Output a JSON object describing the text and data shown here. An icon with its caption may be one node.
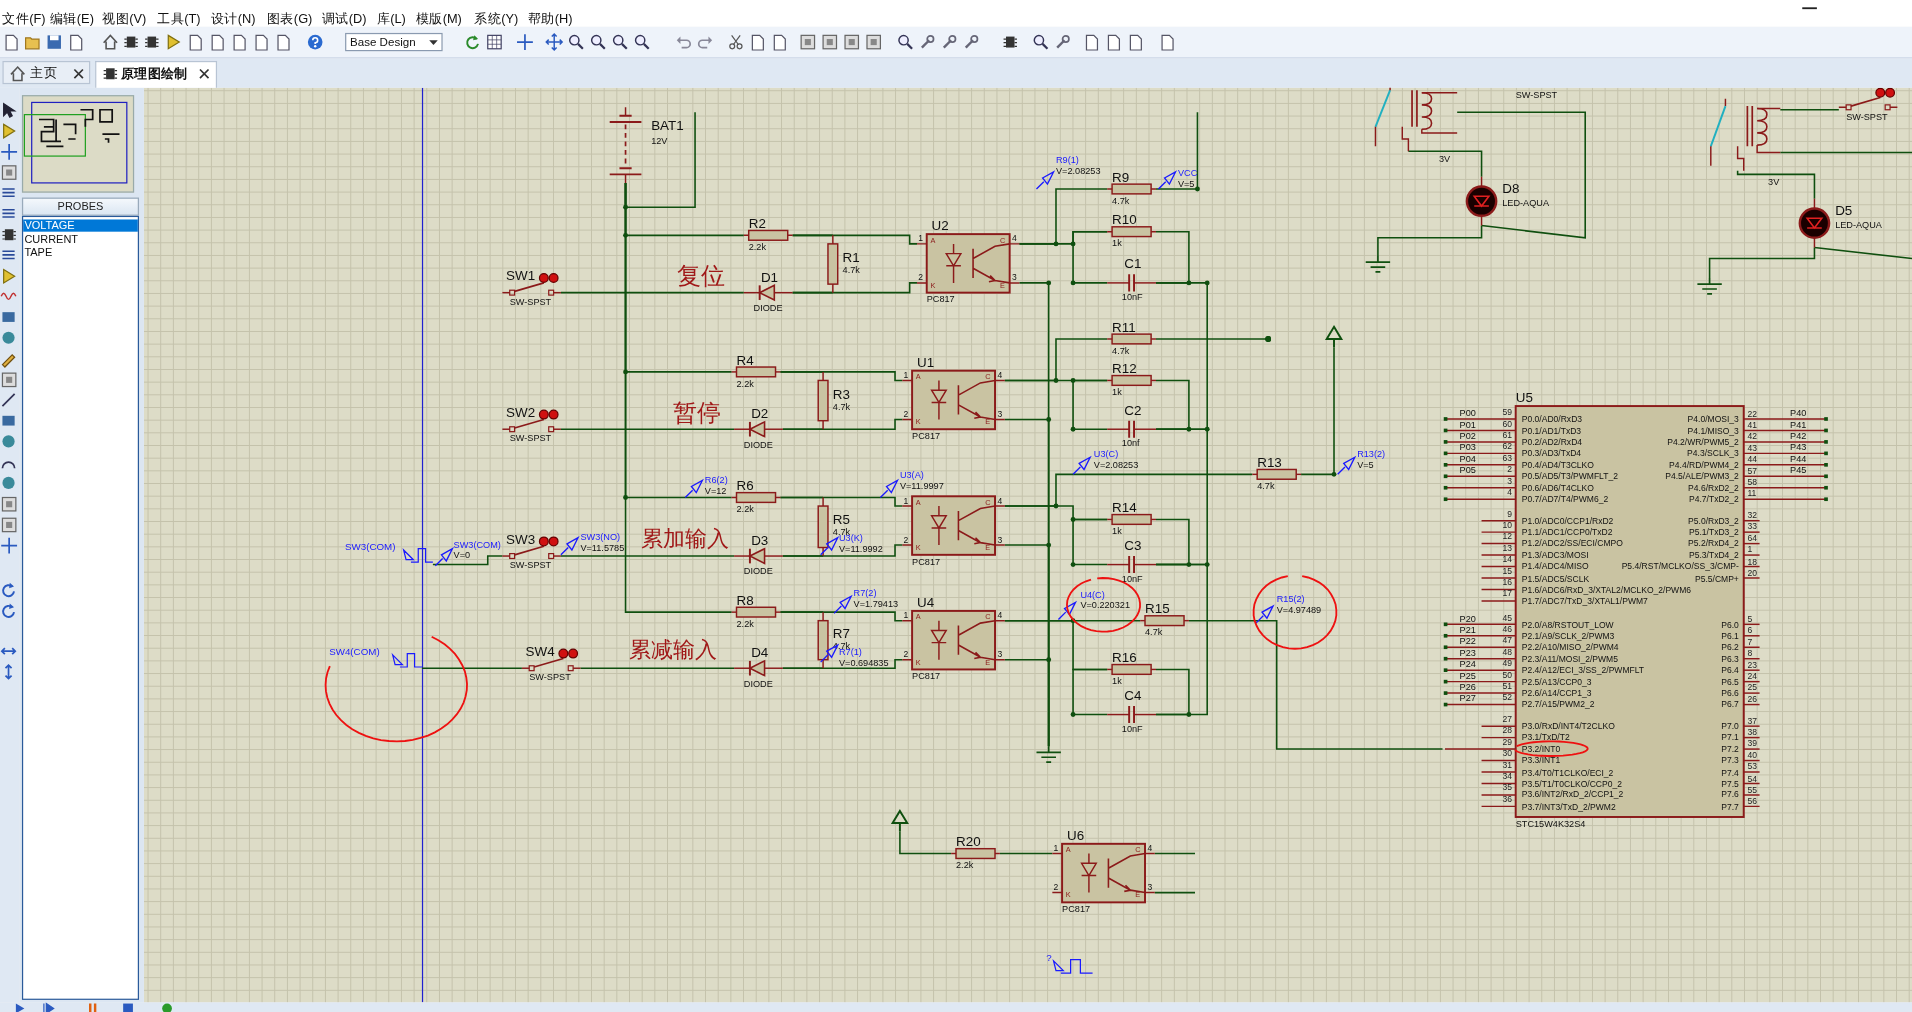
{
  "diagram": {
    "nodes": [
      {
        "text": [
          "BAT1",
          "12V"
        ]
      },
      {
        "text": [
          "R2",
          "2.2k"
        ]
      },
      {
        "text": [
          "R1",
          "4.7k"
        ]
      },
      {
        "text": [
          "SW1",
          "SW-SPST"
        ]
      },
      {
        "text": [
          "D1",
          "DIODE"
        ]
      },
      {
        "text": [
          "U2",
          "1",
          "2",
          "A",
          "K",
          "C",
          "E",
          "4",
          "3",
          "PC817"
        ]
      },
      {
        "text": [
          "R4",
          "2.2k"
        ]
      },
      {
        "text": [
          "R3",
          "4.7k"
        ]
      },
      {
        "text": [
          "SW2",
          "SW-SPST"
        ]
      },
      {
        "text": [
          "D2",
          "DIODE"
        ]
      },
      {
        "text": [
          "U1",
          "1",
          "2",
          "A",
          "K",
          "C",
          "E",
          "4",
          "3",
          "PC817"
        ]
      },
      {
        "text": [
          "R6",
          "2.2k"
        ]
      },
      {
        "text": [
          "R5",
          "4.7k"
        ]
      },
      {
        "text": [
          "SW3",
          "SW-SPST"
        ]
      },
      {
        "text": [
          "D3",
          "DIODE"
        ]
      },
      {
        "text": [
          "1",
          "2",
          "A",
          "K",
          "C",
          "E",
          "4",
          "3",
          "PC817"
        ]
      },
      {
        "text": [
          "R8",
          "2.2k"
        ]
      },
      {
        "text": [
          "R7",
          "4.7k"
        ]
      },
      {
        "text": [
          "SW4",
          "SW-SPST"
        ]
      },
      {
        "text": [
          "D4",
          "DIODE"
        ]
      },
      {
        "text": [
          "U4",
          "1",
          "2",
          "A",
          "K",
          "C",
          "E",
          "4",
          "3",
          "PC817"
        ]
      },
      {
        "text": [
          "R9",
          "4.7k"
        ]
      },
      {
        "text": [
          "R10",
          "1k"
        ]
      },
      {
        "text": [
          "C1",
          "10nF"
        ]
      },
      {
        "text": [
          "R11",
          "4.7k"
        ]
      },
      {
        "text": [
          "R12",
          "1k"
        ]
      },
      {
        "text": [
          "C2",
          "10nf"
        ]
      },
      {
        "text": [
          "R13",
          "4.7k"
        ]
      },
      {
        "text": [
          "R14",
          "1k"
        ]
      },
      {
        "text": [
          "C3",
          "10nF"
        ]
      },
      {
        "text": [
          "R15",
          "4.7k"
        ]
      },
      {
        "text": [
          "R16",
          "1k"
        ]
      },
      {
        "text": [
          "C4",
          "10nF"
        ]
      },
      {
        "text": [
          "U5",
          "P0.0/AD0/RxD3",
          "P0.1/AD1/TxD3",
          "P0.2/AD2/RxD4",
          "P0.3/AD3/TxD4",
          "P0.4/AD4/T3CLKO",
          "P0.5/AD5/T3/PWMFLT_2",
          "P0.6/AD6/T4CLKO",
          "P0.7/AD7/T4/PWM6_2",
          "P1.0/ADC0/CCP1/RxD2",
          "P1.1/ADC1/CCP0/TxD2",
          "P1.2/ADC2/SS/ECI/CMPO",
          "P1.3/ADC3/MOSI",
          "P1.4/ADC4/MISO",
          "P1.5/ADC5/SCLK",
          "P1.6/ADC6/RxD_3/XTAL2/MCLKO_2/PWM6",
          "P1.7/ADC7/TxD_3/XTAL1/PWM7",
          "P2.0/A8/RSTOUT_LOW",
          "P2.1/A9/SCLK_2/PWM3",
          "P2.2/A10/MISO_2/PWM4",
          "P2.3/A11/MOSI_2/PWM5",
          "P2.4/A12/ECI_3/SS_2/PWMFLT",
          "P2.5/A13/CCP0_3",
          "P2.6/A14/CCP1_3",
          "P2.7/A15/PWM2_2",
          "P3.0/RxD/INT4/T2CLKO",
          "P3.1/TxD/T2",
          "P3.2/INT0",
          "P3.3/INT1",
          "P3.4/T0/T1CLKO/ECI_2",
          "P3.5/T1/T0CLKO/CCP0_2",
          "P3.6/INT2/RxD_2/CCP1_2",
          "P3.7/INT3/TxD_2/PWM2",
          "P4.0/MOSI_3",
          "P4.1/MISO_3",
          "P4.2/WR/PWM5_2",
          "P4.3/SCLK_3",
          "P4.4/RD/PWM4_2",
          "P4.5/ALE/PWM3_2",
          "P4.6/RxD2_2",
          "P4.7/TxD2_2",
          "P5.0/RxD3_2",
          "P5.1/TxD3_2",
          "P5.2/RxD4_2",
          "P5.3/TxD4_2",
          "P5.4/RST/MCLKO/SS_3/CMP-",
          "P5.5/CMP+",
          "P6.0",
          "P6.1",
          "P6.2",
          "P6.3",
          "P6.4",
          "P6.5",
          "P6.6",
          "P6.7",
          "P7.0",
          "P7.1",
          "P7.2",
          "P7.3",
          "P7.4",
          "P7.5",
          "P7.6",
          "P7.7",
          "STC15W4K32S4"
        ]
      },
      {
        "text": [
          "R20",
          "2.2k"
        ]
      },
      {
        "text": [
          "U6",
          "1",
          "2",
          "A",
          "K",
          "C",
          "E",
          "4",
          "3",
          "PC817"
        ]
      },
      {
        "text": [],
        "shape": "ground"
      },
      {
        "text": [],
        "shape": "triangle"
      },
      {
        "text": [],
        "shape": "triangle"
      },
      {
        "text": [
          "D8",
          "LED-AQUA"
        ]
      },
      {
        "text": [
          "D5",
          "LED-AQUA"
        ]
      },
      {
        "text": [
          "SW3(COM)"
        ]
      },
      {
        "text": [
          "SW4(COM)"
        ]
      },
      {
        "text": [],
        "shape": "ground"
      },
      {
        "text": [],
        "shape": "ground"
      },
      {
        "text": [],
        "shape": "relay"
      },
      {
        "text": [],
        "shape": "relay"
      },
      {
        "text": [
          "SW-SPST"
        ]
      }
    ],
    "edges": [
      {
        "from": 0,
        "to": 1,
        "arrow": "none"
      },
      {
        "from": 1,
        "to": 2,
        "arrow": "none"
      },
      {
        "from": 1,
        "to": 5,
        "arrow": "none"
      },
      {
        "from": 3,
        "to": 4,
        "arrow": "none"
      },
      {
        "from": 2,
        "to": 4,
        "arrow": "none"
      },
      {
        "from": 4,
        "to": 5,
        "arrow": "none"
      },
      {
        "from": 0,
        "to": 6,
        "arrow": "none"
      },
      {
        "from": 6,
        "to": 7,
        "arrow": "none"
      },
      {
        "from": 6,
        "to": 10,
        "arrow": "none"
      },
      {
        "from": 8,
        "to": 9,
        "arrow": "none"
      },
      {
        "from": 7,
        "to": 9,
        "arrow": "none"
      },
      {
        "from": 9,
        "to": 10,
        "arrow": "none"
      },
      {
        "from": 0,
        "to": 11,
        "arrow": "none"
      },
      {
        "from": 11,
        "to": 12,
        "arrow": "none"
      },
      {
        "from": 11,
        "to": 15,
        "arrow": "none"
      },
      {
        "from": 13,
        "to": 14,
        "arrow": "none"
      },
      {
        "from": 12,
        "to": 14,
        "arrow": "none"
      },
      {
        "from": 14,
        "to": 15,
        "arrow": "none"
      },
      {
        "from": 0,
        "to": 16,
        "arrow": "none"
      },
      {
        "from": 16,
        "to": 17,
        "arrow": "none"
      },
      {
        "from": 16,
        "to": 20,
        "arrow": "none"
      },
      {
        "from": 18,
        "to": 19,
        "arrow": "none"
      },
      {
        "from": 17,
        "to": 19,
        "arrow": "none"
      },
      {
        "from": 19,
        "to": 20,
        "arrow": "none"
      },
      {
        "from": 5,
        "to": 36,
        "arrow": "none"
      },
      {
        "from": 10,
        "to": 36,
        "arrow": "none"
      },
      {
        "from": 15,
        "to": 36,
        "arrow": "none"
      },
      {
        "from": 20,
        "to": 36,
        "arrow": "none"
      },
      {
        "from": 5,
        "to": 21,
        "arrow": "none"
      },
      {
        "from": 5,
        "to": 22,
        "arrow": "none"
      },
      {
        "from": 22,
        "to": 23,
        "arrow": "none"
      },
      {
        "from": 22,
        "to": 23,
        "arrow": "none"
      },
      {
        "from": 10,
        "to": 24,
        "arrow": "none"
      },
      {
        "from": 10,
        "to": 25,
        "arrow": "none"
      },
      {
        "from": 25,
        "to": 26,
        "arrow": "none"
      },
      {
        "from": 25,
        "to": 26,
        "arrow": "none"
      },
      {
        "from": 15,
        "to": 27,
        "arrow": "none"
      },
      {
        "from": 15,
        "to": 28,
        "arrow": "none"
      },
      {
        "from": 28,
        "to": 29,
        "arrow": "none"
      },
      {
        "from": 28,
        "to": 29,
        "arrow": "none"
      },
      {
        "from": 20,
        "to": 30,
        "arrow": "none"
      },
      {
        "from": 20,
        "to": 31,
        "arrow": "none"
      },
      {
        "from": 31,
        "to": 32,
        "arrow": "none"
      },
      {
        "from": 31,
        "to": 32,
        "arrow": "none"
      },
      {
        "from": 23,
        "to": 26,
        "arrow": "none"
      },
      {
        "from": 26,
        "to": 29,
        "arrow": "none"
      },
      {
        "from": 29,
        "to": 32,
        "arrow": "none"
      },
      {
        "from": 27,
        "to": 37,
        "arrow": "none"
      },
      {
        "from": 30,
        "to": 33,
        "arrow": "none"
      },
      {
        "from": 24,
        "to": null,
        "arrow": "other"
      },
      {
        "from": 21,
        "to": null,
        "arrow": "none"
      },
      {
        "from": null,
        "to": 0,
        "arrow": "none"
      },
      {
        "from": 38,
        "to": 34,
        "arrow": "none"
      },
      {
        "from": 34,
        "to": 35,
        "arrow": "none"
      },
      {
        "from": 41,
        "to": 13,
        "arrow": "none"
      },
      {
        "from": 42,
        "to": 18,
        "arrow": "none"
      },
      {
        "from": 45,
        "to": 39,
        "arrow": "none"
      },
      {
        "from": 39,
        "to": 43,
        "arrow": "none"
      },
      {
        "from": 39,
        "to": 45,
        "arrow": "none"
      },
      {
        "from": 46,
        "to": 40,
        "arrow": "none"
      },
      {
        "from": 40,
        "to": 44,
        "arrow": "none"
      },
      {
        "from": 40,
        "to": null,
        "arrow": "none"
      },
      {
        "from": 46,
        "to": 47,
        "arrow": "none"
      },
      {
        "from": 46,
        "to": null,
        "arrow": "none"
      },
      {
        "from": 35,
        "to": null,
        "arrow": "none"
      },
      {
        "from": 35,
        "to": null,
        "arrow": "none"
      }
    ],
    "labels": [
      "文件(F)",
      "编辑(E)",
      "视图(V)",
      "工具(T)",
      "设计(N)",
      "图表(G)",
      "调试(D)",
      "库(L)",
      "模版(M)",
      "系统(Y)",
      "帮助(H)",
      "Base Design",
      "主页",
      "原理图绘制",
      "PROBES",
      "VOLTAGE",
      "CURRENT",
      "TAPE",
      "复位",
      "暂停",
      "累加输入",
      "累减输入",
      "R9(1)",
      "V=2.08253",
      "VCC",
      "V=5",
      "U3(C)",
      "V=2.08253",
      "R13(2)",
      "V=5",
      "R6(2)",
      "V=12",
      "U3(A)",
      "V=11.9997",
      "SW3(COM)",
      "V=0",
      "SW3(NO)",
      "V=11.5785",
      "U3(K)",
      "V=11.9992",
      "R7(2)",
      "V=1.79413",
      "U4(C)",
      "V=0.220321",
      "R15(2)",
      "V=4.97489",
      "R7(1)",
      "V=0.694835",
      "59",
      "60",
      "61",
      "62",
      "63",
      "2",
      "3",
      "4",
      "9",
      "10",
      "12",
      "13",
      "14",
      "15",
      "16",
      "17",
      "45",
      "46",
      "47",
      "48",
      "49",
      "50",
      "51",
      "52",
      "27",
      "28",
      "29",
      "30",
      "31",
      "34",
      "35",
      "36",
      "22",
      "41",
      "42",
      "43",
      "44",
      "57",
      "58",
      "11",
      "32",
      "33",
      "64",
      "1",
      "18",
      "20",
      "5",
      "6",
      "7",
      "8",
      "23",
      "24",
      "25",
      "26",
      "37",
      "38",
      "39",
      "40",
      "53",
      "54",
      "55",
      "56",
      "P00",
      "P01",
      "P02",
      "P03",
      "P04",
      "P05",
      "P20",
      "P21",
      "P22",
      "P23",
      "P24",
      "P25",
      "P26",
      "P27",
      "P40",
      "P41",
      "P42",
      "P43",
      "P44",
      "P45",
      "3V",
      "3V",
      "SW-SPST",
      "?"
    ]
  }
}
